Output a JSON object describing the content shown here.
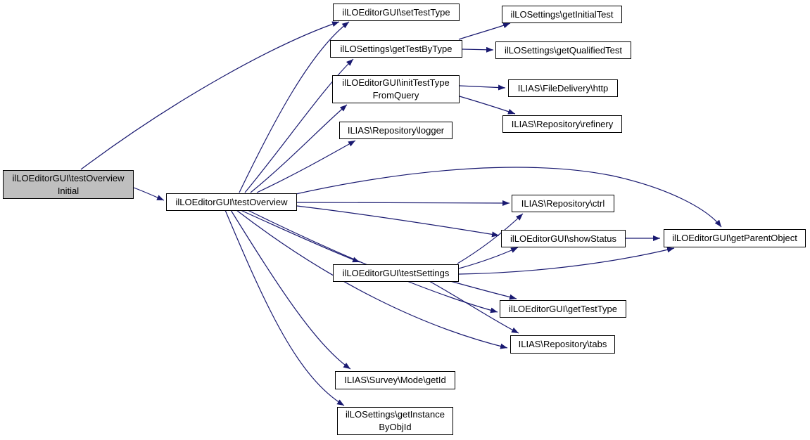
{
  "diagram": {
    "kind": "call-graph",
    "colors": {
      "edge": "#191970",
      "node_border": "#000000",
      "node_fill": "#ffffff",
      "start_node_fill": "#bfbfbf",
      "text": "#000000",
      "background": "#ffffff"
    },
    "nodes": {
      "test_overview_initial": {
        "label": "ilLOEditorGUI\\testOverview\nInitial"
      },
      "test_overview": {
        "label": "ilLOEditorGUI\\testOverview"
      },
      "set_test_type": {
        "label": "ilLOEditorGUI\\setTestType"
      },
      "get_test_by_type": {
        "label": "ilLOSettings\\getTestByType"
      },
      "get_initial_test": {
        "label": "ilLOSettings\\getInitialTest"
      },
      "get_qualified_test": {
        "label": "ilLOSettings\\getQualifiedTest"
      },
      "init_test_type_from_query": {
        "label": "ilLOEditorGUI\\initTestType\nFromQuery"
      },
      "http": {
        "label": "ILIAS\\FileDelivery\\http"
      },
      "refinery": {
        "label": "ILIAS\\Repository\\refinery"
      },
      "logger": {
        "label": "ILIAS\\Repository\\logger"
      },
      "ctrl": {
        "label": "ILIAS\\Repository\\ctrl"
      },
      "show_status": {
        "label": "ilLOEditorGUI\\showStatus"
      },
      "get_parent_object": {
        "label": "ilLOEditorGUI\\getParentObject"
      },
      "test_settings": {
        "label": "ilLOEditorGUI\\testSettings"
      },
      "get_test_type": {
        "label": "ilLOEditorGUI\\getTestType"
      },
      "tabs": {
        "label": "ILIAS\\Repository\\tabs"
      },
      "get_id": {
        "label": "ILIAS\\Survey\\Mode\\getId"
      },
      "get_instance_by_obj_id": {
        "label": "ilLOSettings\\getInstance\nByObjId"
      }
    },
    "edges": [
      {
        "from": "test_overview_initial",
        "to": "test_overview"
      },
      {
        "from": "test_overview_initial",
        "to": "set_test_type"
      },
      {
        "from": "test_overview",
        "to": "set_test_type"
      },
      {
        "from": "test_overview",
        "to": "get_test_by_type"
      },
      {
        "from": "test_overview",
        "to": "init_test_type_from_query"
      },
      {
        "from": "test_overview",
        "to": "logger"
      },
      {
        "from": "test_overview",
        "to": "ctrl"
      },
      {
        "from": "test_overview",
        "to": "show_status"
      },
      {
        "from": "test_overview",
        "to": "get_parent_object"
      },
      {
        "from": "test_overview",
        "to": "test_settings"
      },
      {
        "from": "test_overview",
        "to": "get_test_type"
      },
      {
        "from": "test_overview",
        "to": "tabs"
      },
      {
        "from": "test_overview",
        "to": "get_id"
      },
      {
        "from": "test_overview",
        "to": "get_instance_by_obj_id"
      },
      {
        "from": "get_test_by_type",
        "to": "get_initial_test"
      },
      {
        "from": "get_test_by_type",
        "to": "get_qualified_test"
      },
      {
        "from": "init_test_type_from_query",
        "to": "http"
      },
      {
        "from": "init_test_type_from_query",
        "to": "refinery"
      },
      {
        "from": "test_settings",
        "to": "ctrl"
      },
      {
        "from": "test_settings",
        "to": "show_status"
      },
      {
        "from": "test_settings",
        "to": "get_parent_object"
      },
      {
        "from": "test_settings",
        "to": "get_test_type"
      },
      {
        "from": "test_settings",
        "to": "tabs"
      },
      {
        "from": "show_status",
        "to": "get_parent_object"
      }
    ]
  }
}
